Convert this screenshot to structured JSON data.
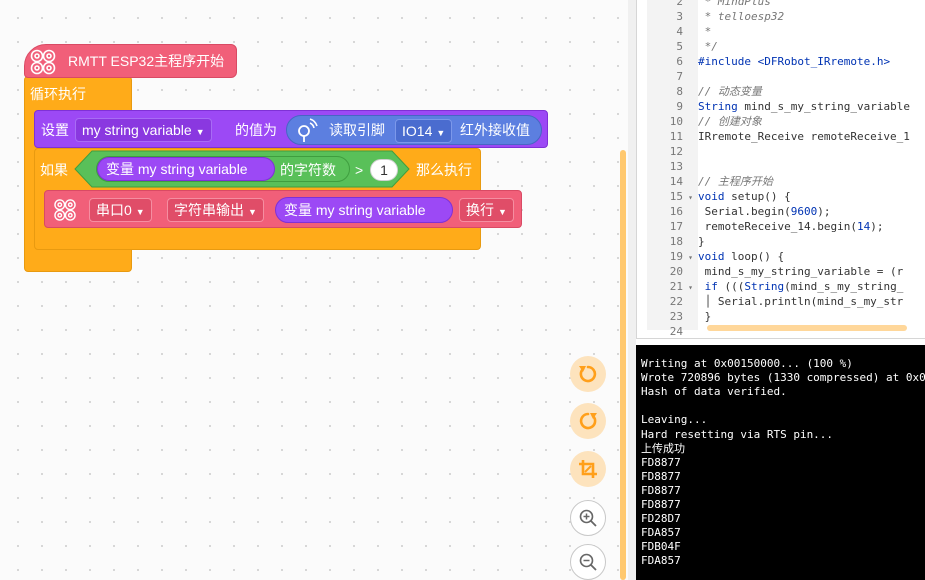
{
  "blocks": {
    "main_hat": "RMTT ESP32主程序开始",
    "loop_label": "循环执行",
    "set": {
      "label": "设置",
      "variable": "my string variable",
      "value_of": "的值为",
      "read_pin": "读取引脚",
      "pin": "IO14",
      "ir_receive": "红外接收值"
    },
    "if": {
      "label": "如果",
      "var_prefix": "变量",
      "variable": "my string variable",
      "char_count": "的字符数",
      "operator": ">",
      "number": "1",
      "then": "那么执行"
    },
    "serial": {
      "port": "串口0",
      "mode": "字符串输出",
      "var_prefix": "变量",
      "variable": "my string variable",
      "newline": "换行"
    }
  },
  "colors": {
    "hat": "#f15f79",
    "control": "#ffab19",
    "variable": "#9c49f5",
    "io": "#5c7fe0",
    "operator": "#59c059",
    "serial": "#f15f79"
  },
  "icons": {
    "hat": "gear-cluster-icon",
    "sensor": "sensor-icon",
    "serial": "gear-cluster-icon",
    "undo": "undo-icon",
    "redo": "redo-icon",
    "crop": "crop-icon",
    "zoom_in": "zoom-in-icon",
    "zoom_out": "zoom-out-icon"
  },
  "code": [
    {
      "n": "2",
      "fold": "",
      "t": " * MindPlus",
      "c": "cm"
    },
    {
      "n": "3",
      "fold": "",
      "t": " * telloesp32",
      "c": "cm"
    },
    {
      "n": "4",
      "fold": "",
      "t": " *",
      "c": "cm"
    },
    {
      "n": "5",
      "fold": "",
      "t": " */",
      "c": "cm"
    },
    {
      "n": "6",
      "fold": "",
      "t": "#include <DFRobot_IRremote.h>",
      "c": "pp"
    },
    {
      "n": "7",
      "fold": "",
      "t": "",
      "c": "tx"
    },
    {
      "n": "8",
      "fold": "",
      "t": "// 动态变量",
      "c": "cm"
    },
    {
      "n": "9",
      "fold": "",
      "t": "String mind_s_my_string_variable",
      "c": "tx"
    },
    {
      "n": "10",
      "fold": "",
      "t": "// 创建对象",
      "c": "cm"
    },
    {
      "n": "11",
      "fold": "",
      "t": "IRremote_Receive remoteReceive_1",
      "c": "tx"
    },
    {
      "n": "12",
      "fold": "",
      "t": "",
      "c": "tx"
    },
    {
      "n": "13",
      "fold": "",
      "t": "",
      "c": "tx"
    },
    {
      "n": "14",
      "fold": "",
      "t": "// 主程序开始",
      "c": "cm"
    },
    {
      "n": "15",
      "fold": "▾",
      "t": "void setup() {",
      "c": "kw"
    },
    {
      "n": "16",
      "fold": "",
      "t": "  Serial.begin(9600);",
      "c": "tx"
    },
    {
      "n": "17",
      "fold": "",
      "t": "  remoteReceive_14.begin(14);",
      "c": "tx"
    },
    {
      "n": "18",
      "fold": "",
      "t": "}",
      "c": "tx"
    },
    {
      "n": "19",
      "fold": "▾",
      "t": "void loop() {",
      "c": "kw"
    },
    {
      "n": "20",
      "fold": "",
      "t": "  mind_s_my_string_variable = (r",
      "c": "tx"
    },
    {
      "n": "21",
      "fold": "▾",
      "t": "  if (((String(mind_s_my_string_",
      "c": "kw"
    },
    {
      "n": "22",
      "fold": "",
      "t": "  │ Serial.println(mind_s_my_str",
      "c": "tx"
    },
    {
      "n": "23",
      "fold": "",
      "t": "  }",
      "c": "tx"
    },
    {
      "n": "24",
      "fold": "",
      "t": "",
      "c": "tx"
    }
  ],
  "console": [
    "Writing at 0x00150000... (100 %)",
    "Wrote 720896 bytes (1330 compressed) at 0x0",
    "Hash of data verified.",
    "",
    "Leaving...",
    "Hard resetting via RTS pin...",
    "上传成功",
    "FD8877",
    "FD8877",
    "FD8877",
    "FD8877",
    "FD28D7",
    "FDA857",
    "FDB04F",
    "FDA857"
  ]
}
